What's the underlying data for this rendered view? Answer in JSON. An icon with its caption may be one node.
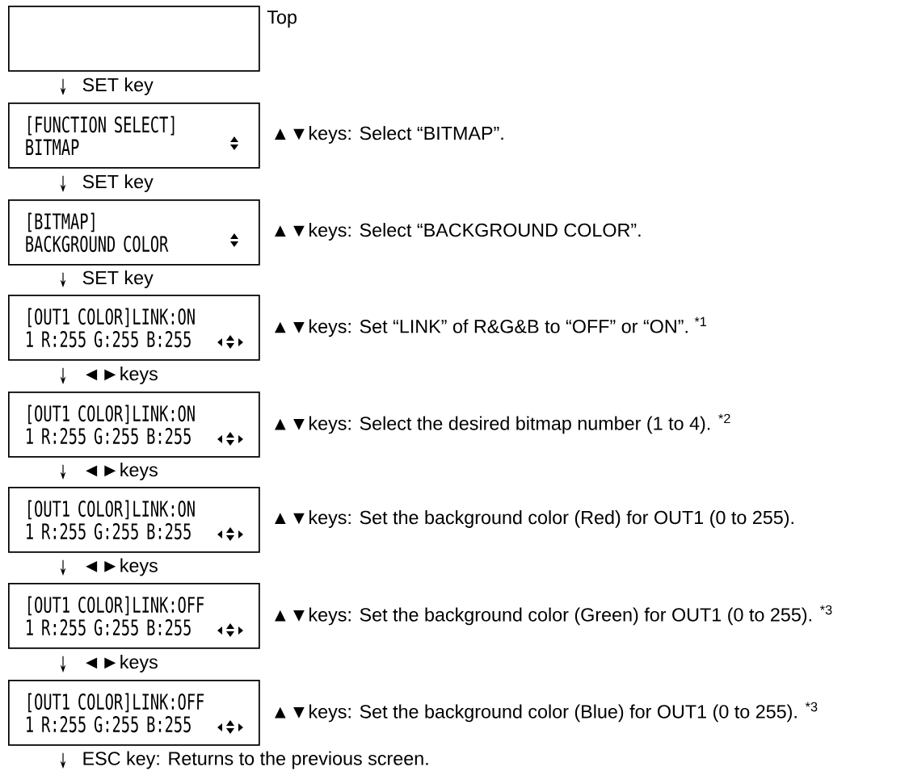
{
  "diagram": {
    "nodes": [
      {
        "text": [],
        "shape": "box",
        "beside": [
          "Top"
        ]
      },
      {
        "text": [
          "[FUNCTION SELECT]",
          "BITMAP"
        ],
        "beside": [
          "▲▼keys: Select “BITMAP”."
        ]
      },
      {
        "text": [
          "[BITMAP]",
          "BACKGROUND COLOR"
        ],
        "beside": [
          "▲▼keys: Select “BACKGROUND COLOR”."
        ]
      },
      {
        "text": [
          "[OUT1 COLOR]LINK:ON",
          "1 R:255 G:255 B:255"
        ],
        "beside": [
          "▲▼keys: Set “LINK” of R&G&B to “OFF” or “ON”. $^{*1}$"
        ]
      },
      {
        "text": [
          "[OUT1 COLOR]LINK:ON",
          "1 R:255 G:255 B:255"
        ],
        "beside": [
          "▲▼keys: Select the desired bitmap number (1 to 4). $^{*2}$"
        ]
      },
      {
        "text": [
          "[OUT1 COLOR]LINK:ON",
          "1 R:255 G:255 B:255"
        ],
        "beside": [
          "▲▼keys: Set the background color (Red) for OUT1 (0 to 255)."
        ]
      },
      {
        "text": [
          "[OUT1 COLOR]LINK:OFF",
          "1 R:255 G:255 B:255"
        ],
        "beside": [
          "▲▼keys: Set the background color (Green) for OUT1 (0 to 255). $^{*3}$"
        ]
      },
      {
        "text": [
          "[OUT1 COLOR]LINK:OFF",
          "1 R:255 G:255 B:255"
        ],
        "beside": [
          "▲▼keys: Set the background color (Blue) for OUT1 (0 to 255). $^{*3}$"
        ]
      }
    ],
    "edges": [
      {
        "from": 0,
        "to": 1,
        "arrow": "to",
        "label": "SET key"
      },
      {
        "from": 1,
        "to": 2,
        "arrow": "to",
        "label": "SET key"
      },
      {
        "from": 2,
        "to": 3,
        "arrow": "to",
        "label": "SET key"
      },
      {
        "from": 3,
        "to": 4,
        "arrow": "to",
        "label": "◄►keys"
      },
      {
        "from": 4,
        "to": 5,
        "arrow": "to",
        "label": "◄►keys"
      },
      {
        "from": 5,
        "to": 6,
        "arrow": "to",
        "label": "◄►keys"
      },
      {
        "from": 6,
        "to": 7,
        "arrow": "to",
        "label": "◄►keys"
      },
      {
        "from": 7,
        "to": null,
        "arrow": "to",
        "label": "ESC key: Returns to the previous screen."
      }
    ]
  }
}
